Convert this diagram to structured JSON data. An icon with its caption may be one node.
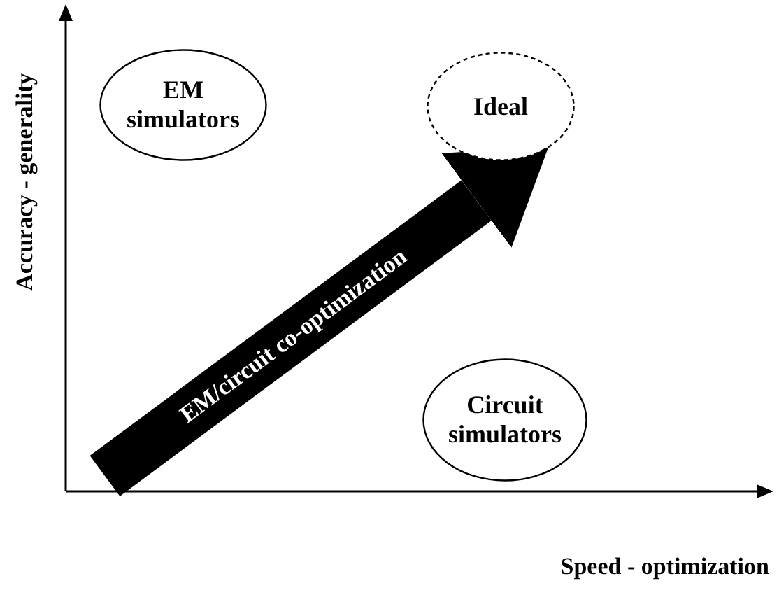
{
  "diagram": {
    "nodes": [
      {
        "text": [
          "EM simulators"
        ]
      },
      {
        "text": [
          "Ideal"
        ]
      },
      {
        "text": [
          "Circuit simulators"
        ]
      }
    ],
    "labels": [
      "Accuracy - generality",
      "EM/circuit co-optimization",
      "Speed - optimization"
    ]
  }
}
